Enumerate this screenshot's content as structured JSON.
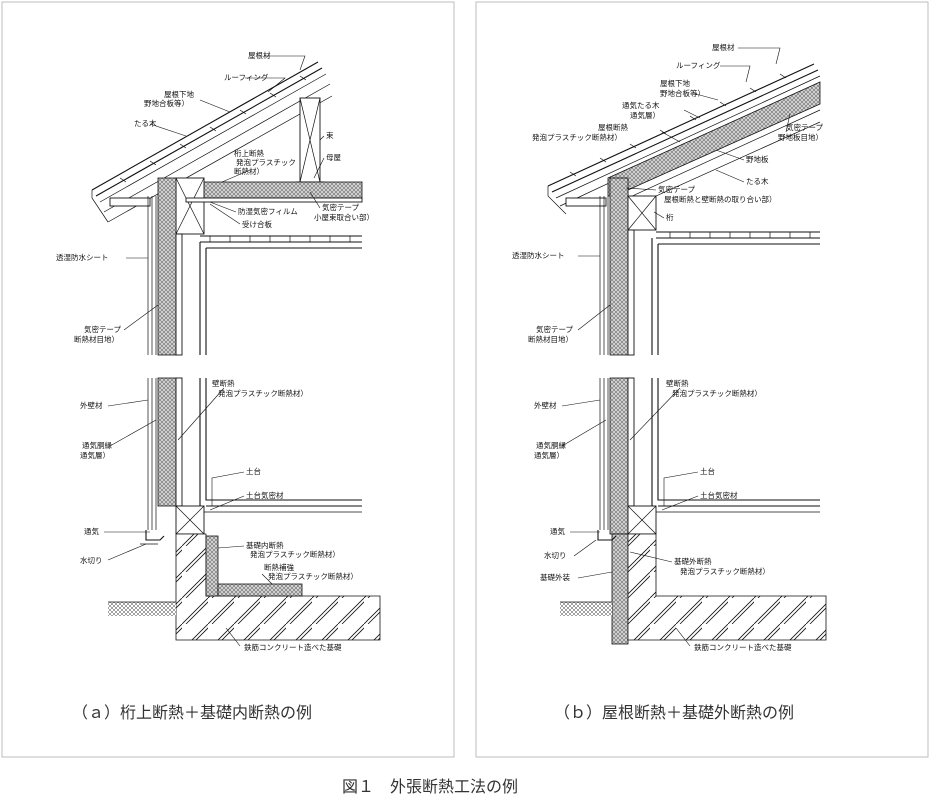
{
  "figure_title": "図１　外張断熱工法の例",
  "panel_a": {
    "caption": "（ａ）桁上断熱＋基礎内断熱の例",
    "labels": {
      "yanezai": "屋根材",
      "roofing": "ルーフィング",
      "yane_shitaji": "屋根下地",
      "nojiita": "野地合板等）",
      "taruki": "たる木",
      "tsuka": "束",
      "moya": "母屋",
      "ketaue1": "桁上断熱",
      "ketaue2": "発泡プラスチック",
      "ketaue3": "断熱材）",
      "boshitsu": "防湿気密フィルム",
      "kimitsu_tape": "気密テープ",
      "koyazuka": "小屋束取合い部）",
      "ukegoban": "受け合板",
      "toshitsu": "透湿防水シート",
      "kimitsu_tape2": "気密テープ",
      "danmen_me": "断熱材目地）",
      "kabe1": "壁断熱",
      "kabe2": "発泡プラスチック断熱材）",
      "gaiheki": "外壁材",
      "tsuki1": "通気胴縁",
      "tsuki2": "通気層）",
      "dodai": "土台",
      "dodai_kimitsu": "土台気密材",
      "tsuki": "通気",
      "mizukiri": "水切り",
      "kiso_uchi1": "基礎内断熱",
      "kiso_uchi2": "発泡プラスチック断熱材）",
      "hokyo1": "断熱補強",
      "hokyo2": "発泡プラスチック断熱材）",
      "kiso": "鉄筋コンクリート造べた基礎"
    }
  },
  "panel_b": {
    "caption": "（ｂ）屋根断熱＋基礎外断熱の例",
    "labels": {
      "yanezai": "屋根材",
      "roofing": "ルーフィング",
      "yane_shitaji": "屋根下地",
      "nojiita": "野地合板等）",
      "tsuki_taruki": "通気たる木",
      "tsukisou": "通気層）",
      "yane_dan1": "屋根断熱",
      "yane_dan2": "発泡プラスチック断熱材）",
      "kimitsu_tape": "気密テープ",
      "nojiita_me": "野地板目地）",
      "nojiita2": "野地板",
      "taruki": "たる木",
      "kimitsu_tape2": "気密テープ",
      "toriai": "屋根断熱と壁断熱の取り合い部）",
      "keta": "桁",
      "toshitsu": "透湿防水シート",
      "kimitsu_tape3": "気密テープ",
      "danmen_me": "断熱材目地）",
      "kabe1": "壁断熱",
      "kabe2": "発泡プラスチック断熱材）",
      "gaiheki": "外壁材",
      "tsuki1": "通気胴縁",
      "tsuki2": "通気層）",
      "dodai": "土台",
      "dodai_kimitsu": "土台気密材",
      "tsuki": "通気",
      "mizukiri": "水切り",
      "kiso_gaisou": "基礎外装",
      "kiso_soto1": "基礎外断熱",
      "kiso_soto2": "発泡プラスチック断熱材）",
      "kiso": "鉄筋コンクリート造べた基礎"
    }
  }
}
